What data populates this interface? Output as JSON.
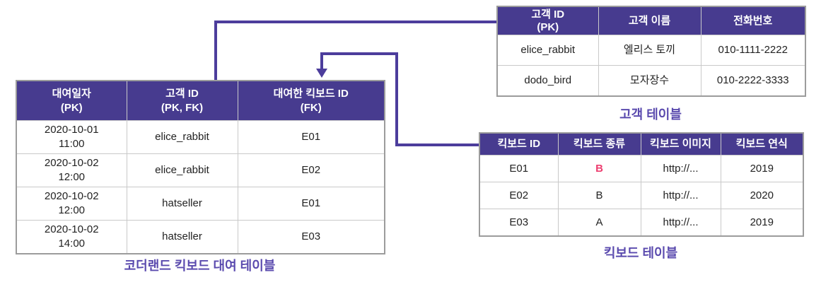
{
  "colors": {
    "header_bg": "#473b8f",
    "header_text": "#ffffff",
    "connector": "#4c3d9c",
    "caption": "#5a4aae",
    "highlight": "#ed3e70",
    "cell_text": "#222222",
    "border_outer": "#9c9c9c",
    "border_inner": "#c9c9c9",
    "bg": "#ffffff"
  },
  "rental": {
    "caption": "코더랜드 킥보드 대여 테이블",
    "headers": [
      {
        "l1": "대여일자",
        "l2": "(PK)"
      },
      {
        "l1": "고객 ID",
        "l2": "(PK, FK)"
      },
      {
        "l1": "대여한 킥보드 ID",
        "l2": "(FK)"
      }
    ],
    "rows": [
      {
        "date": "2020-10-01",
        "time": "11:00",
        "customer": "elice_rabbit",
        "kickboard": "E01"
      },
      {
        "date": "2020-10-02",
        "time": "12:00",
        "customer": "elice_rabbit",
        "kickboard": "E02"
      },
      {
        "date": "2020-10-02",
        "time": "12:00",
        "customer": "hatseller",
        "kickboard": "E01"
      },
      {
        "date": "2020-10-02",
        "time": "14:00",
        "customer": "hatseller",
        "kickboard": "E03"
      }
    ]
  },
  "customer": {
    "caption": "고객 테이블",
    "headers": [
      {
        "l1": "고객 ID",
        "l2": "(PK)"
      },
      {
        "l1": "고객 이름"
      },
      {
        "l1": "전화번호"
      }
    ],
    "rows": [
      {
        "id": "elice_rabbit",
        "name": "엘리스 토끼",
        "phone": "010-1111-2222"
      },
      {
        "id": "dodo_bird",
        "name": "모자장수",
        "phone": "010-2222-3333"
      }
    ]
  },
  "kickboard": {
    "caption": "킥보드 테이블",
    "headers": [
      "킥보드 ID",
      "킥보드 종류",
      "킥보드 이미지",
      "킥보드 연식"
    ],
    "rows": [
      {
        "id": "E01",
        "type": "B",
        "image": "http://...",
        "year": "2019"
      },
      {
        "id": "E02",
        "type": "B",
        "image": "http://...",
        "year": "2020"
      },
      {
        "id": "E03",
        "type": "A",
        "image": "http://...",
        "year": "2019"
      }
    ]
  }
}
